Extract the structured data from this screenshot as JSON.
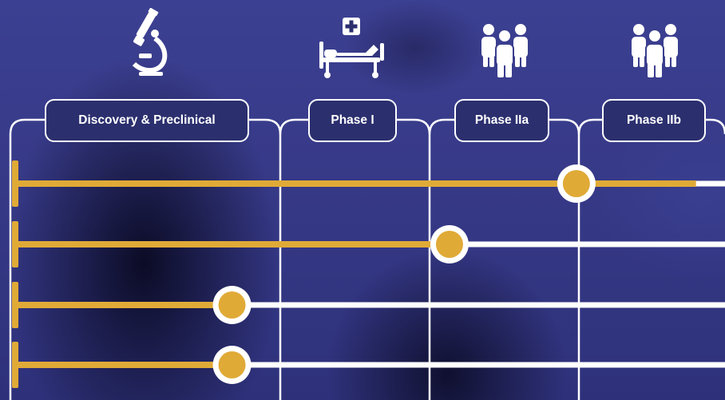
{
  "phases": [
    {
      "label": "Discovery & Preclinical",
      "icon": "microscope-icon"
    },
    {
      "label": "Phase I",
      "icon": "hospital-bed-icon"
    },
    {
      "label": "Phase IIa",
      "icon": "people-group-icon"
    },
    {
      "label": "Phase IIb",
      "icon": "people-group-icon"
    }
  ],
  "programs": [
    {
      "progress_marker": 0.795,
      "bar_end": 0.96
    },
    {
      "progress_marker": 0.62,
      "bar_end": 0.62
    },
    {
      "progress_marker": 0.32,
      "bar_end": 0.32
    },
    {
      "progress_marker": 0.32,
      "bar_end": 0.32
    }
  ],
  "colors": {
    "progress": "#e0aa37",
    "track": "#ffffff",
    "label_bg": "#2b2f6e"
  }
}
